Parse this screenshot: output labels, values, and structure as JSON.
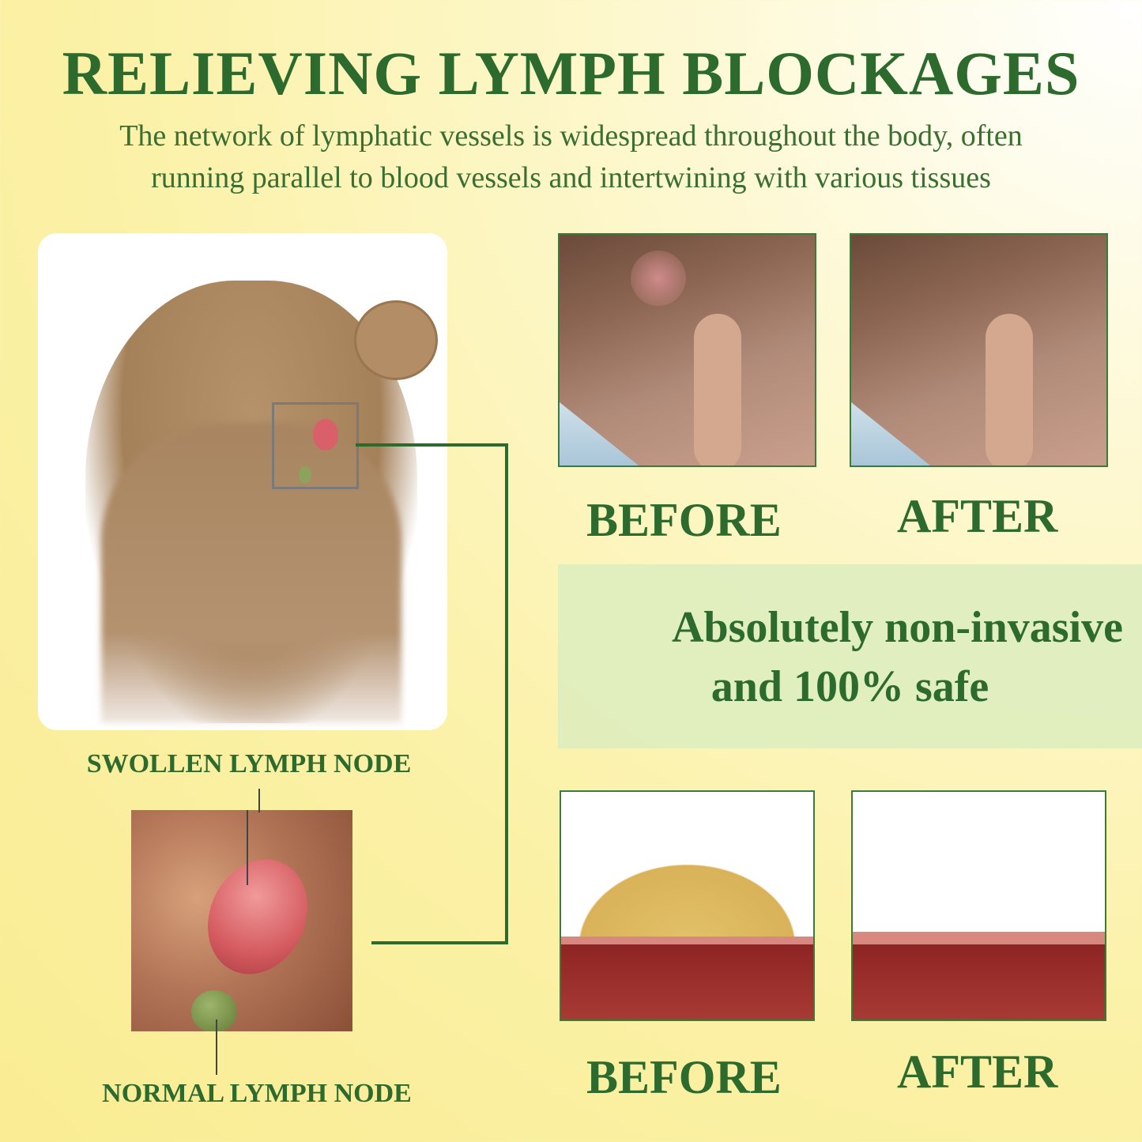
{
  "header": {
    "title": "RELIEVING LYMPH BLOCKAGES",
    "subtitle_line1": "The network of lymphatic vessels is widespread throughout the body, often",
    "subtitle_line2": "running parallel to blood vessels and intertwining with various tissues"
  },
  "left": {
    "swollen_label": "SWOLLEN LYMPH NODE",
    "normal_label": "NORMAL LYMPH NODE"
  },
  "photos": {
    "before_label": "BEFORE",
    "after_label": "AFTER"
  },
  "band": {
    "line1": "Absolutely non-invasive",
    "line2": "and 100% safe"
  },
  "tissue": {
    "before_label": "BEFORE",
    "after_label": "AFTER"
  },
  "colors": {
    "accent": "#2d6a2e",
    "band": "#dcecbe"
  }
}
